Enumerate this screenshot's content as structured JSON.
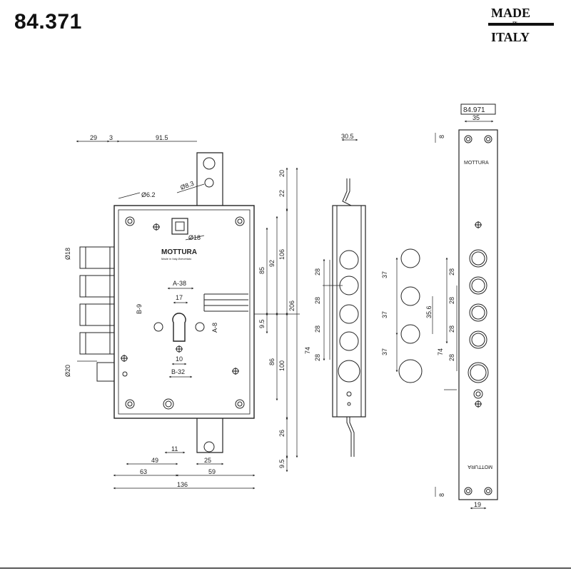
{
  "header": {
    "model_code": "84.371",
    "origin_badge": {
      "line1": "MADE",
      "line2": "IN",
      "line3": "ITALY"
    }
  },
  "lock_body": {
    "brand": "MOTTURA",
    "brand_sub": "Made in Italy-Brevettato",
    "dimensions": {
      "top_29": "29",
      "top_3": "3",
      "top_91_5": "91.5",
      "dia_6_2": "Ø6.2",
      "dia_8_3": "Ø8.3",
      "dia_18": "Ø18",
      "dia_18_bolt": "Ø18",
      "dia_20": "Ø20",
      "a38": "A-38",
      "a17": "17",
      "b9": "B-9",
      "a8": "A-8",
      "b10": "10",
      "b32": "B-32",
      "v85": "85",
      "v92": "92",
      "v106": "106",
      "v206": "206",
      "v9_5a": "9.5",
      "v86": "86",
      "v100": "100",
      "v20": "20",
      "v22": "22",
      "v26": "26",
      "v9_5b": "9.5",
      "h11": "11",
      "h49": "49",
      "h25": "25",
      "h63": "63",
      "h59": "59",
      "h136": "136"
    }
  },
  "side_view": {
    "d30_5": "30.5",
    "d28a": "28",
    "d28b": "28",
    "d28c": "28",
    "d28d": "28",
    "d74": "74"
  },
  "bolts": {
    "d37a": "37",
    "d37b": "37",
    "d37c": "37",
    "d35_6": "35.6"
  },
  "strike_plate": {
    "code": "84.971",
    "brand_top": "MOTTURA",
    "brand_bottom": "MOTTURA",
    "d35": "35",
    "d8_top": "8",
    "d8_bottom": "8",
    "d19": "19",
    "d28a": "28",
    "d28b": "28",
    "d28c": "28",
    "d28d": "28",
    "d74": "74"
  }
}
